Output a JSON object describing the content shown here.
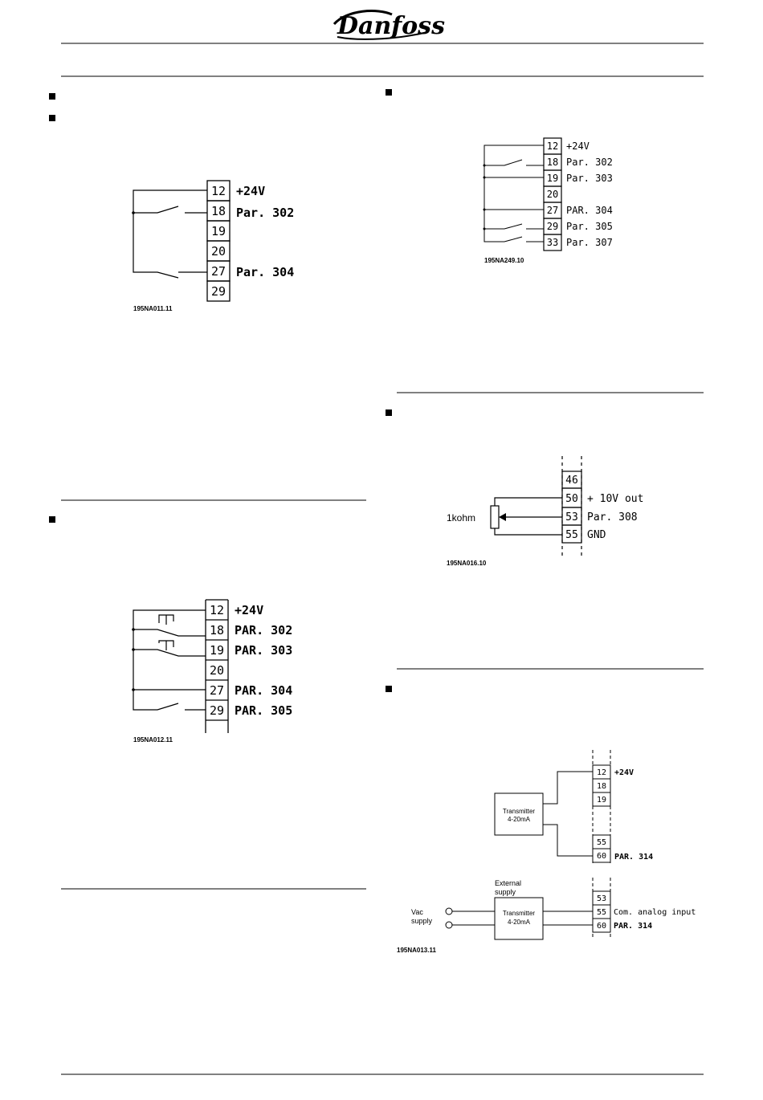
{
  "header": {
    "brand": "Danfoss"
  },
  "diagram_a": {
    "terminals": [
      "12",
      "18",
      "19",
      "20",
      "27",
      "29"
    ],
    "labels": {
      "t12": "+24V",
      "t18": "Par. 302",
      "t27": "Par. 304"
    },
    "code": "195NA011.11"
  },
  "diagram_b": {
    "terminals": [
      "12",
      "18",
      "19",
      "20",
      "27",
      "29"
    ],
    "labels": {
      "t12": "+24V",
      "t18": "PAR. 302",
      "t19": "PAR. 303",
      "t27": "PAR. 304",
      "t29": "PAR. 305"
    },
    "code": "195NA012.11"
  },
  "diagram_c": {
    "terminals": [
      "12",
      "18",
      "19",
      "20",
      "27",
      "29",
      "33"
    ],
    "labels": {
      "t12": "+24V",
      "t18": "Par. 302",
      "t19": "Par. 303",
      "t27": "PAR. 304",
      "t29": "Par. 305",
      "t33": "Par. 307"
    },
    "code": "195NA249.10"
  },
  "diagram_d": {
    "terminals": [
      "46",
      "50",
      "53",
      "55"
    ],
    "labels": {
      "t50": "+ 10V out",
      "t53": "Par. 308",
      "t55": "GND",
      "resistor": "1kohm"
    },
    "code": "195NA016.10"
  },
  "diagram_e": {
    "terminals_top": [
      "12",
      "18",
      "19",
      "55",
      "60"
    ],
    "terminals_bottom": [
      "53",
      "55",
      "60"
    ],
    "labels": {
      "t12": "+24V",
      "t60_top": "PAR. 314",
      "t55_bottom": "Com. analog input",
      "t60_bottom": "PAR. 314",
      "transmitter_line1": "Transmitter",
      "transmitter_line2": "4-20mA",
      "external_line1": "External",
      "external_line2": "supply",
      "vac_line1": "Vac",
      "vac_line2": "supply"
    },
    "code": "195NA013.11"
  }
}
